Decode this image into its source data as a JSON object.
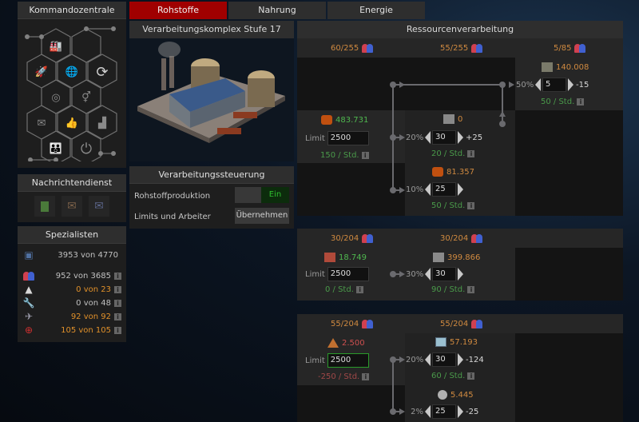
{
  "left": {
    "command_title": "Kommandozentrale",
    "command_icons": [
      "factory-icon",
      "empty-slot",
      "rocket-icon",
      "globe-icon",
      "refresh-icon",
      "coins-icon",
      "gender-icon",
      "mail-icon",
      "thumbs-up-icon",
      "podium-icon",
      "family-icon",
      "power-icon"
    ],
    "intel_title": "Nachrichtendienst",
    "intel_icons": [
      {
        "name": "documents-icon",
        "color": "#4a7a3a"
      },
      {
        "name": "mail-brown-icon",
        "color": "#7a6048"
      },
      {
        "name": "mail-blue-icon",
        "color": "#5a6488"
      }
    ],
    "spec_title": "Spezialisten",
    "specialists": [
      {
        "icon": "robot-icon",
        "value": "3953 von 4770",
        "color": "gray",
        "info": false
      },
      {
        "icon": "workers-icon",
        "value": "952 von 3685",
        "color": "gray",
        "info": true
      },
      {
        "icon": "pyramid-icon",
        "value": "0 von 23",
        "color": "orange",
        "info": true
      },
      {
        "icon": "wrench-icon",
        "value": "0 von 48",
        "color": "gray",
        "info": true
      },
      {
        "icon": "jet-icon",
        "value": "92 von 92",
        "color": "orange",
        "info": true
      },
      {
        "icon": "target-icon",
        "value": "105 von 105",
        "color": "orange",
        "info": true
      }
    ]
  },
  "tabs": [
    {
      "label": "Rohstoffe",
      "active": true
    },
    {
      "label": "Nahrung",
      "active": false
    },
    {
      "label": "Energie",
      "active": false
    }
  ],
  "building": {
    "title": "Verarbeitungskomplex Stufe 17"
  },
  "control": {
    "title": "Verarbeitungssteuerung",
    "production_label": "Rohstoffproduktion",
    "production_toggle": "Ein",
    "limits_label": "Limits und Arbeiter",
    "apply_button": "Übernehmen"
  },
  "processing": {
    "title": "Ressourcenverarbeitung",
    "block1": {
      "workers": [
        "60/255",
        "55/255",
        "5/85"
      ],
      "source": {
        "amount": "483.731",
        "limit": "2500",
        "rate": "150 / Std."
      },
      "out1": {
        "amount": "0",
        "pct": "20%",
        "value": "30",
        "delta": "+25",
        "rate": "20 / Std."
      },
      "out2": {
        "amount": "81.357",
        "pct": "10%",
        "value": "25",
        "rate": "50 / Std."
      },
      "out3": {
        "amount": "140.008",
        "pct": "50%",
        "value": "5",
        "delta": "-15",
        "rate": "50 / Std."
      }
    },
    "block2": {
      "workers": [
        "30/204",
        "30/204"
      ],
      "source": {
        "amount": "18.749",
        "limit": "2500",
        "rate": "0 / Std."
      },
      "out1": {
        "amount": "399.866",
        "pct": "30%",
        "value": "30",
        "rate": "90 / Std."
      }
    },
    "block3": {
      "workers": [
        "55/204",
        "55/204"
      ],
      "source": {
        "amount": "2.500",
        "limit": "2500",
        "rate": "-250 / Std."
      },
      "out1": {
        "amount": "57.193",
        "pct": "20%",
        "value": "30",
        "delta": "-124",
        "rate": "60 / Std."
      },
      "out2": {
        "amount": "5.445",
        "pct": "2%",
        "value": "25",
        "delta": "-25"
      }
    },
    "limit_label": "Limit"
  }
}
